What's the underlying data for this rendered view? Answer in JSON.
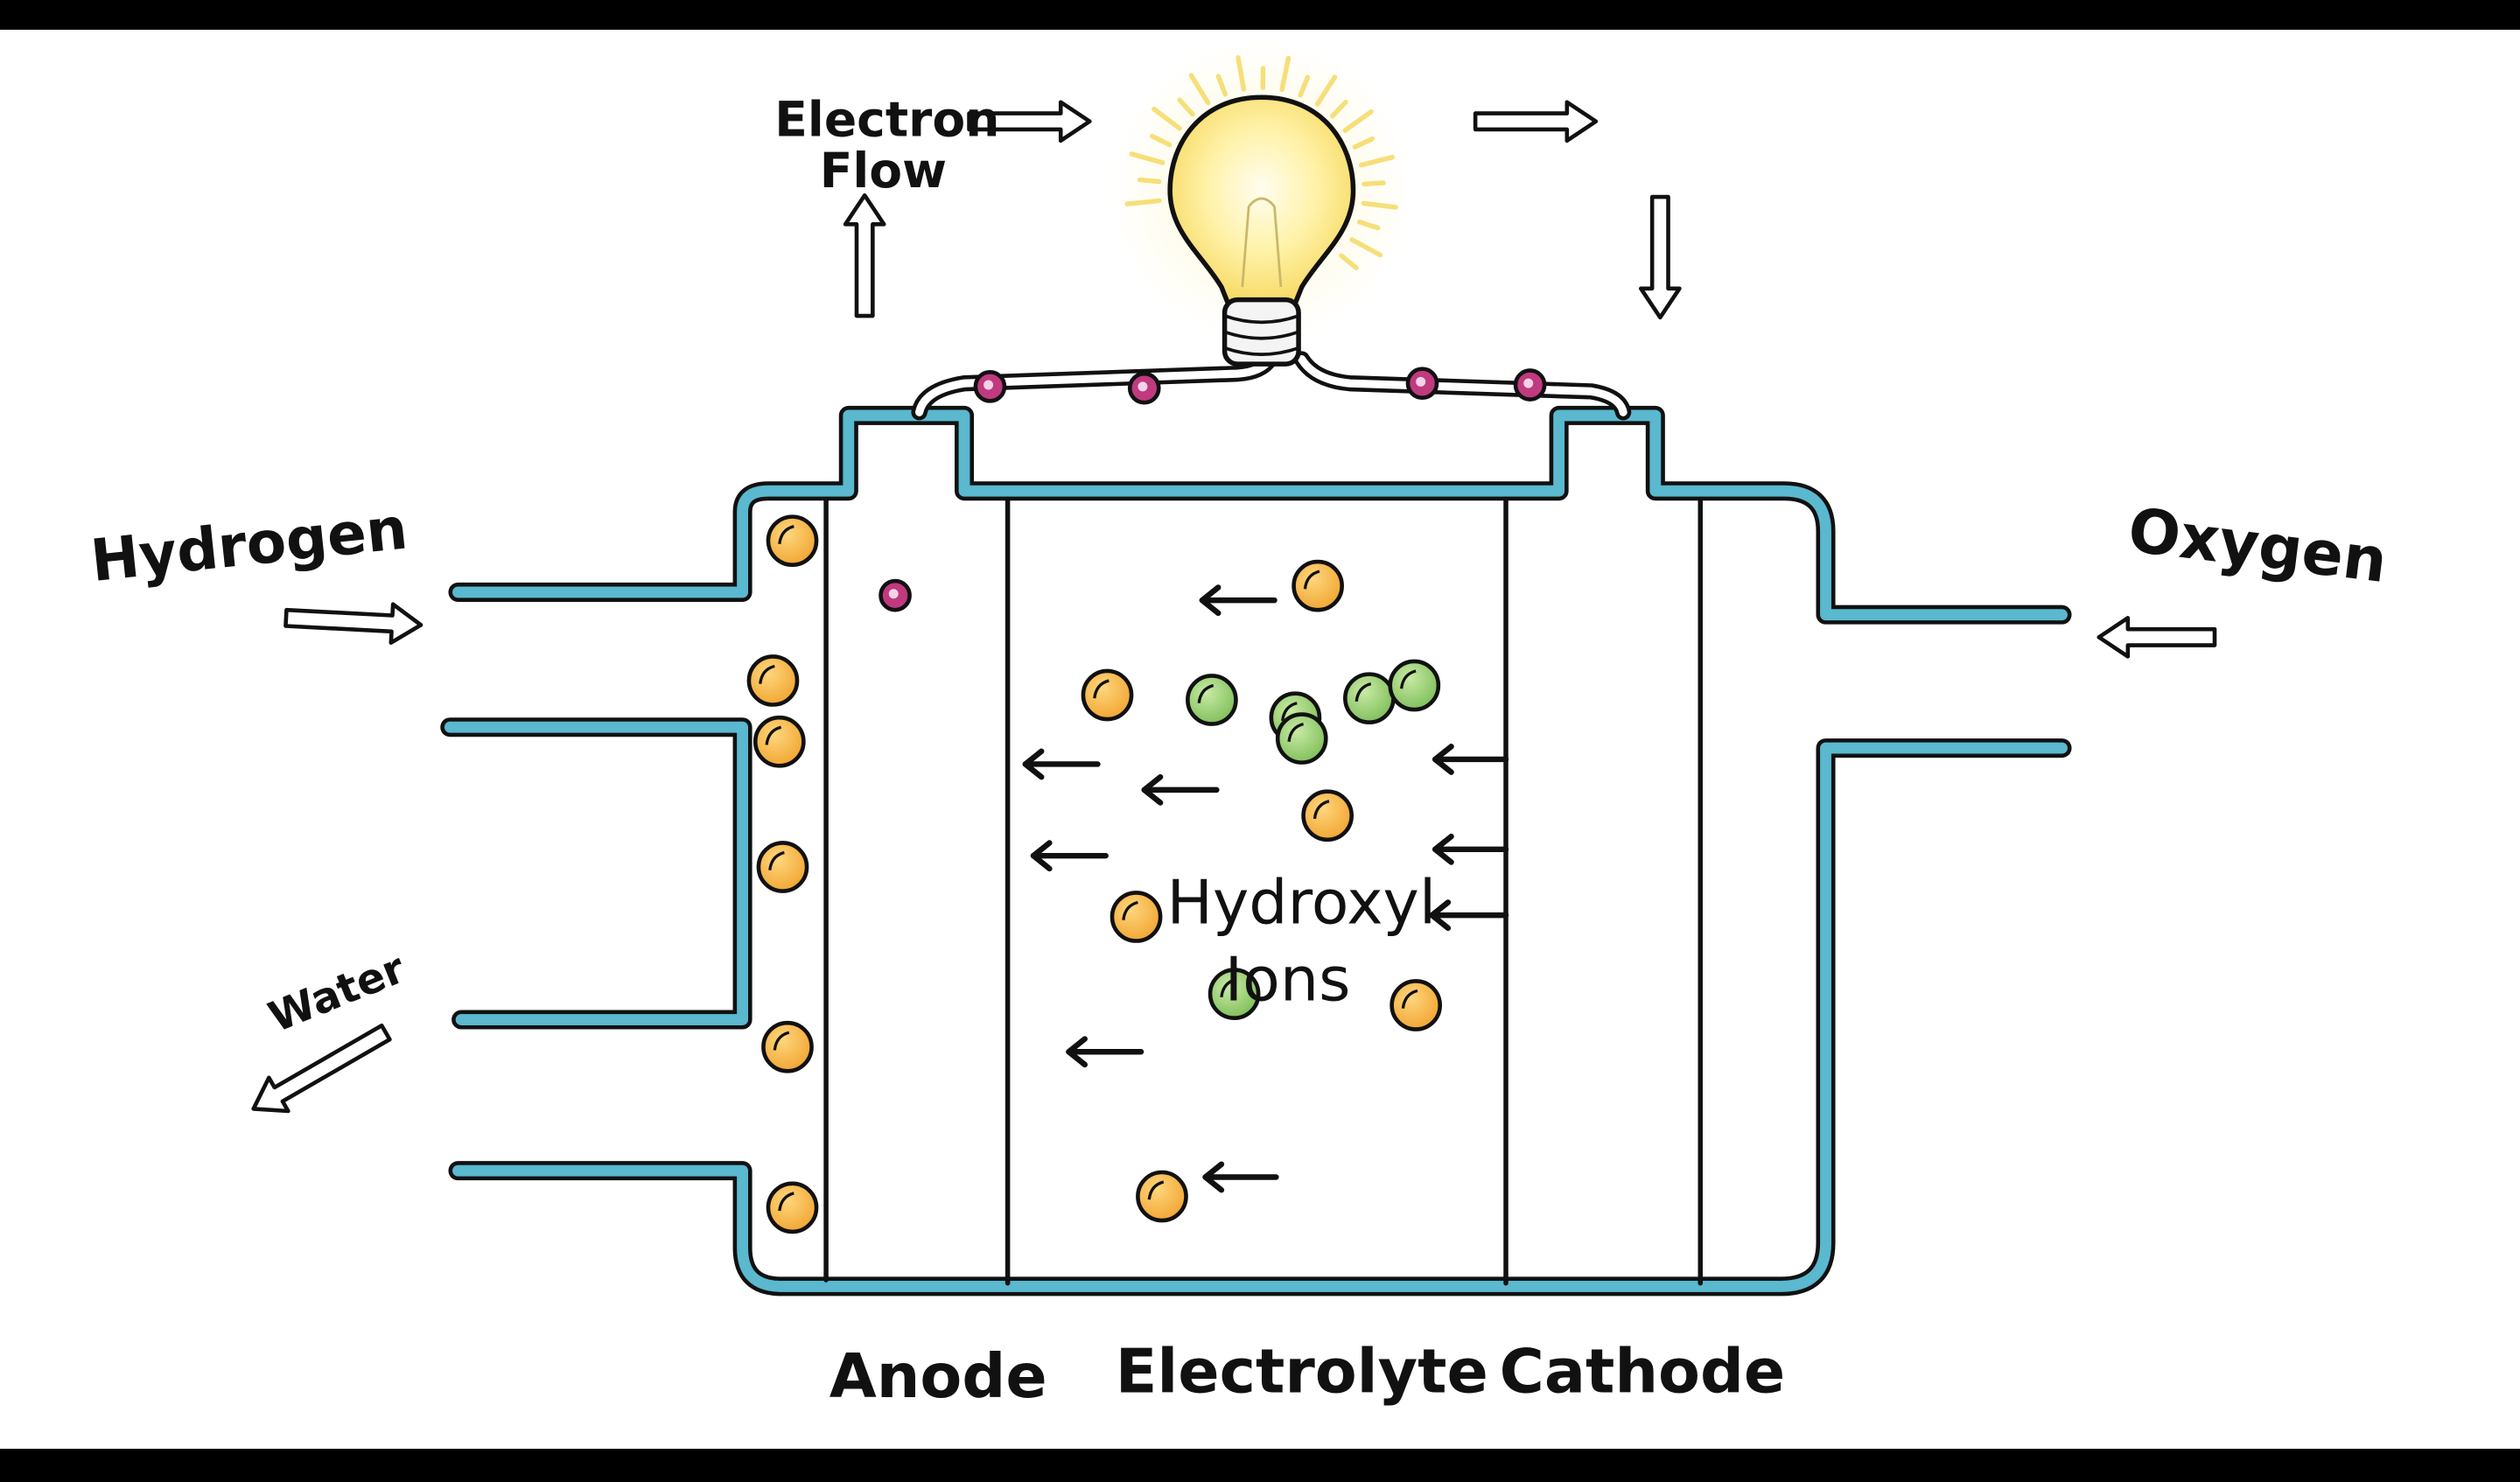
{
  "labels": {
    "electron_flow_line1": "Electron",
    "electron_flow_line2": "Flow",
    "hydrogen": "Hydrogen",
    "oxygen": "Oxygen",
    "water": "Water",
    "hydroxyl_line1": "Hydroxyl",
    "hydroxyl_line2": "Ions",
    "anode": "Anode",
    "electrolyte": "Electrolyte",
    "cathode": "Cathode"
  },
  "colors": {
    "background": "#ffffff",
    "letterbox": "#000000",
    "pipe_fill": "#5ab8cf",
    "outline": "#111111",
    "bulb_glass": "#fbe27a",
    "bulb_glow": "#fff6c4",
    "bulb_rays": "#f6df7a",
    "hydrogen_ion": "#f2a93b",
    "hydroxyl_ion": "#8cc96b",
    "electron": "#c03a7f"
  },
  "icons": {
    "bulb": "light-bulb-icon",
    "arrow": "arrow-icon"
  }
}
